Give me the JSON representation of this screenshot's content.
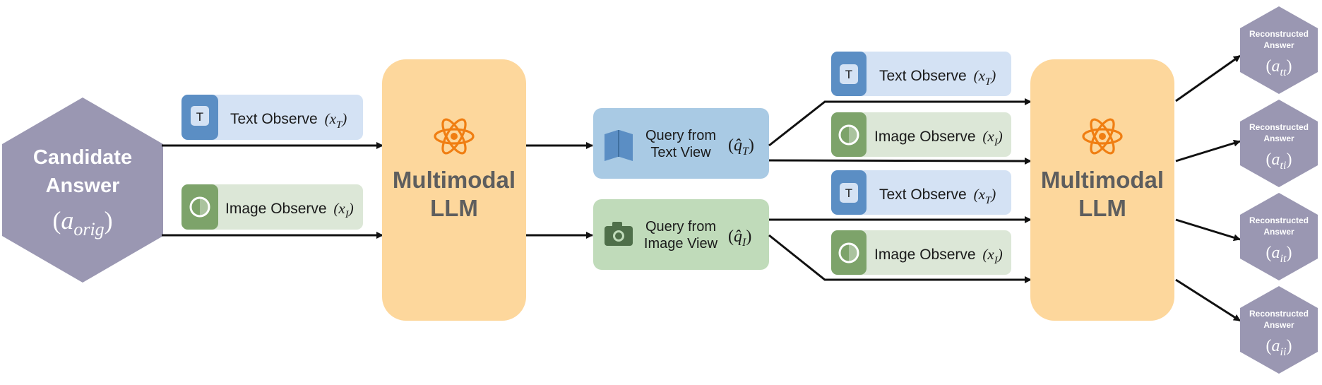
{
  "colors": {
    "hexagon": "#9a97b2",
    "llm_box": "#fdd79c",
    "atom": "#f07e12",
    "text_chip_bg": "#d4e2f4",
    "text_chip_icon": "#5b8ec4",
    "image_chip_bg": "#dce7d7",
    "image_chip_icon": "#7da36a",
    "query_text_bg": "#a9cae4",
    "query_image_bg": "#c0dbba",
    "arrow": "#111111"
  },
  "candidate": {
    "line1": "Candidate",
    "line2": "Answer",
    "symbol_base": "a",
    "symbol_sub": "orig"
  },
  "chips": {
    "text_label": "Text Observe",
    "text_symbol_base": "x",
    "text_symbol_sub": "T",
    "image_label": "Image Observe",
    "image_symbol_base": "x",
    "image_symbol_sub": "I",
    "text_icon_glyph": "T",
    "open_paren": "(",
    "close_paren": ")"
  },
  "llm": {
    "line1": "Multimodal",
    "line2": "LLM",
    "icon": "atom-icon"
  },
  "queries": {
    "text_view_line1": "Query from",
    "text_view_line2": "Text View",
    "text_symbol_base": "q̂",
    "text_symbol_sub": "T",
    "text_icon": "book-icon",
    "image_view_line1": "Query from",
    "image_view_line2": "Image View",
    "image_symbol_base": "q̂",
    "image_symbol_sub": "I",
    "image_icon": "camera-icon"
  },
  "outputs": [
    {
      "line1": "Reconstructed",
      "line2": "Answer",
      "symbol_base": "a",
      "symbol_sub": "tt"
    },
    {
      "line1": "Reconstructed",
      "line2": "Answer",
      "symbol_base": "a",
      "symbol_sub": "ti"
    },
    {
      "line1": "Reconstructed",
      "line2": "Answer",
      "symbol_base": "a",
      "symbol_sub": "it"
    },
    {
      "line1": "Reconstructed",
      "line2": "Answer",
      "symbol_base": "a",
      "symbol_sub": "ii"
    }
  ]
}
